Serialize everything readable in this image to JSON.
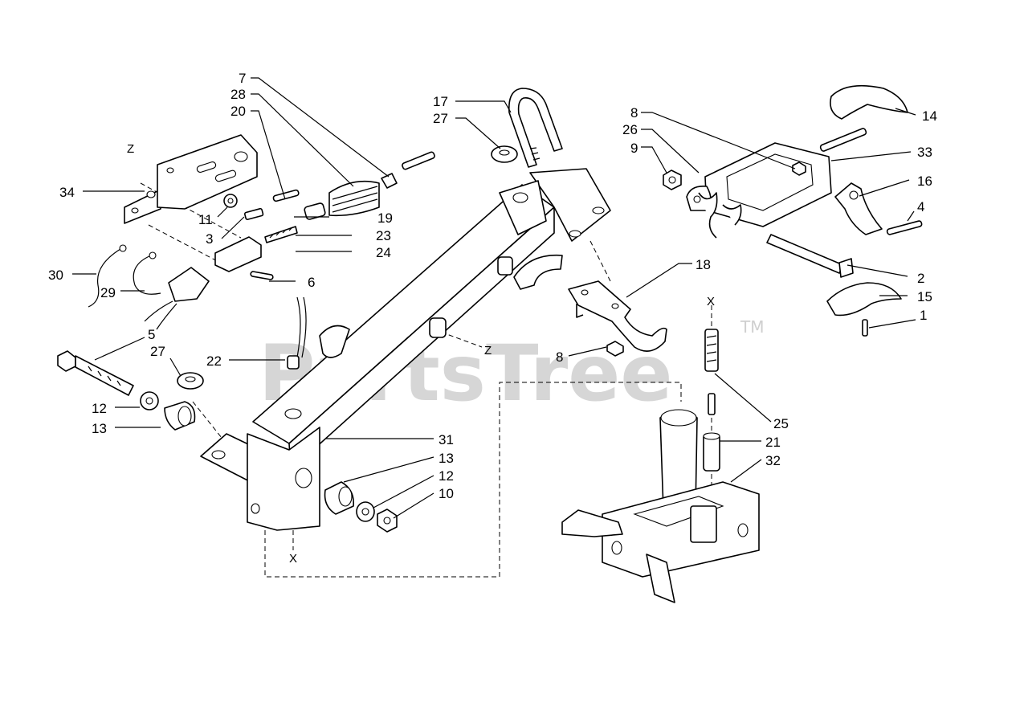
{
  "watermark": {
    "text": "PartsTree",
    "trademark": "TM"
  },
  "axis_markers": {
    "x": "X",
    "z": "Z"
  },
  "callouts": {
    "c1": "1",
    "c2": "2",
    "c3": "3",
    "c4": "4",
    "c5": "5",
    "c6": "6",
    "c7": "7",
    "c8a": "8",
    "c8b": "8",
    "c9": "9",
    "c10": "10",
    "c11": "11",
    "c12a": "12",
    "c12b": "12",
    "c13a": "13",
    "c13b": "13",
    "c14": "14",
    "c15": "15",
    "c16": "16",
    "c17": "17",
    "c18": "18",
    "c19": "19",
    "c20": "20",
    "c21": "21",
    "c22": "22",
    "c23": "23",
    "c24": "24",
    "c25": "25",
    "c26": "26",
    "c27a": "27",
    "c27b": "27",
    "c28": "28",
    "c29": "29",
    "c30": "30",
    "c31": "31",
    "c32": "32",
    "c33": "33",
    "c34": "34"
  }
}
